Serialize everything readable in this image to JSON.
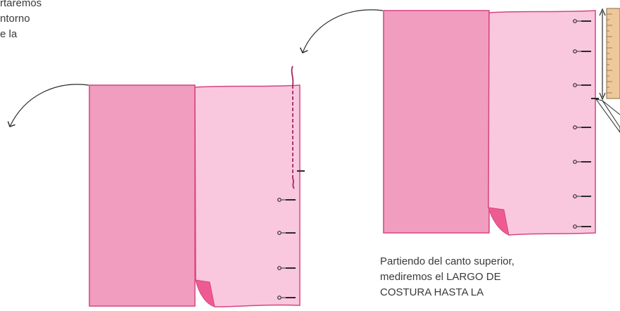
{
  "captions": {
    "left_lines": [
      "rtaremos",
      "ntorno",
      "e la"
    ],
    "right_lines": [
      "Partiendo del canto superior,",
      "mediremos el LARGO DE",
      "COSTURA HASTA LA"
    ]
  },
  "colors": {
    "fabric_back": "#f09dbf",
    "fabric_front": "#f9c8de",
    "outline": "#d6457e",
    "fold_corner": "#ee5b93",
    "pin_head": "#2a2a2a",
    "stitch_line": "#a0285f",
    "arrow": "#2a2a2a",
    "ruler": "#eec89b"
  },
  "icons": [
    "curved-arrow-icon",
    "pin-icon",
    "ruler-icon",
    "chalk-icon"
  ]
}
